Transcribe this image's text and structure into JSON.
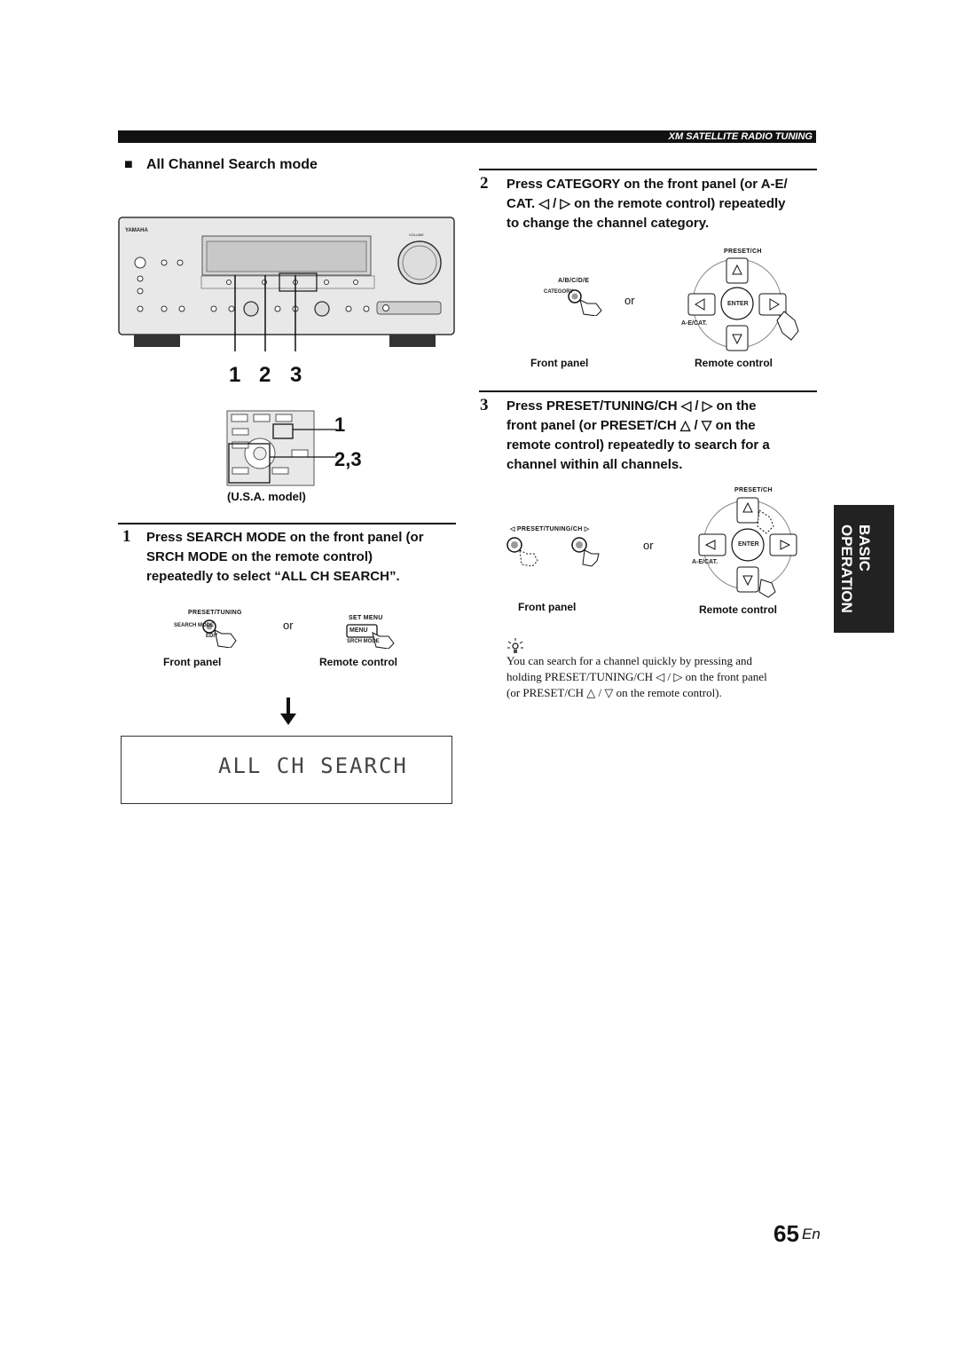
{
  "header": {
    "section_tag": "XM SATELLITE RADIO TUNING"
  },
  "section": {
    "marker": "■",
    "title": "All Channel Search mode"
  },
  "figure_top": {
    "callouts": [
      "1",
      "2",
      "3"
    ],
    "remote_callouts": [
      "1",
      "2,3"
    ],
    "remote_model_label": "(U.S.A. model)",
    "receiver_labels": {
      "brand": "YAMAHA",
      "volume": "VOLUME"
    }
  },
  "step1": {
    "number": "1",
    "lines": [
      "Press SEARCH MODE on the front panel (or",
      "SRCH MODE on the remote control)",
      "repeatedly to select “ALL CH SEARCH”."
    ],
    "fp_top_label": "PRESET/TUNING",
    "fp_button_label": "SEARCH MODE",
    "fp_sub_label": "EDIT",
    "or": "or",
    "rc_top_label": "SET MENU",
    "rc_button_label": "MENU",
    "rc_sub_label": "SRCH MODE",
    "caption_front": "Front panel",
    "caption_remote": "Remote control"
  },
  "display": {
    "arrow": "↓",
    "text": "ALL CH SEARCH"
  },
  "step2": {
    "number": "2",
    "lines": [
      "Press CATEGORY on the front panel (or A-E/",
      "CAT. ◁ / ▷ on the remote control) repeatedly",
      "to change the channel category."
    ],
    "fp_top_label": "A/B/C/D/E",
    "fp_button_label": "CATEGORY",
    "or": "or",
    "rc_top_label": "PRESET/CH",
    "rc_enter": "ENTER",
    "rc_cat": "A-E/CAT.",
    "caption_front": "Front panel",
    "caption_remote": "Remote control"
  },
  "step3": {
    "number": "3",
    "lines": [
      "Press PRESET/TUNING/CH ◁ / ▷ on the",
      "front panel (or PRESET/CH △ / ▽ on the",
      "remote control) repeatedly to search for a",
      "channel within all channels."
    ],
    "fp_top_label": "◁  PRESET/TUNING/CH  ▷",
    "or": "or",
    "rc_top_label": "PRESET/CH",
    "rc_enter": "ENTER",
    "rc_cat": "A-E/CAT.",
    "caption_front": "Front panel",
    "caption_remote": "Remote control"
  },
  "tip": {
    "icon": "tip-bulb-icon",
    "lines": [
      "You can search for a channel quickly by pressing and",
      "holding PRESET/TUNING/CH ◁ / ▷ on the front panel",
      "(or PRESET/CH △ / ▽ on the remote control)."
    ]
  },
  "side_tab": {
    "line1": "BASIC",
    "line2": "OPERATION"
  },
  "footer": {
    "page_number": "65",
    "lang": "En"
  }
}
